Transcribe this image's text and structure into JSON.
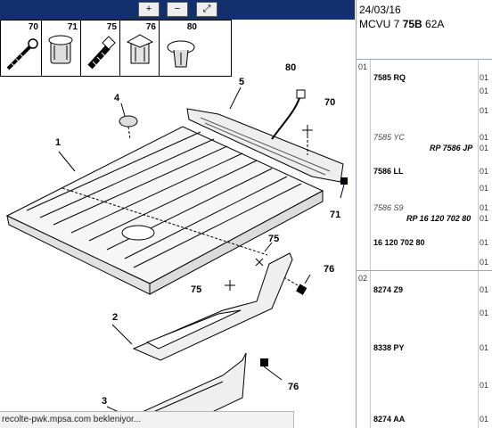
{
  "toolbar": {
    "zoom_in": "+",
    "zoom_out": "−",
    "zoom_fit": "⤢"
  },
  "thumbnails": [
    "70",
    "71",
    "75",
    "76",
    "80"
  ],
  "callouts": {
    "c1": "1",
    "c2": "2",
    "c3": "3",
    "c4": "4",
    "c5": "5",
    "c70": "70",
    "c71": "71",
    "c75a": "75",
    "c75b": "75",
    "c76a": "76",
    "c76b": "76",
    "c80": "80"
  },
  "status": "recolte-pwk.mpsa.com bekleniyor...",
  "header": {
    "date": "24/03/16",
    "code_prefix": "MCVU 7 ",
    "code_bold": "75B",
    "code_suffix": " 62A"
  },
  "rows": [
    {
      "grp": "01",
      "pn": "7585 RQ",
      "italic": false,
      "rp": "",
      "qty": "01"
    },
    {
      "grp": "",
      "pn": "7585 YC",
      "italic": true,
      "rp": "RP 7586 JP",
      "qty": "01"
    },
    {
      "grp": "",
      "pn": "7586 LL",
      "italic": false,
      "rp": "",
      "qty": "01"
    },
    {
      "grp": "",
      "pn": "7586 S9",
      "italic": true,
      "rp": "RP 16 120 702 80",
      "qty": "01"
    },
    {
      "grp": "",
      "pn": "16 120 702 80",
      "italic": false,
      "rp": "",
      "qty": "01"
    },
    {
      "grp": "02",
      "pn": "8274 Z9",
      "italic": false,
      "rp": "",
      "qty": "01"
    },
    {
      "grp": "",
      "pn": "8338 PY",
      "italic": false,
      "rp": "",
      "qty": "01"
    },
    {
      "grp": "",
      "pn": "8274 AA",
      "italic": false,
      "rp": "",
      "qty": "01"
    }
  ]
}
